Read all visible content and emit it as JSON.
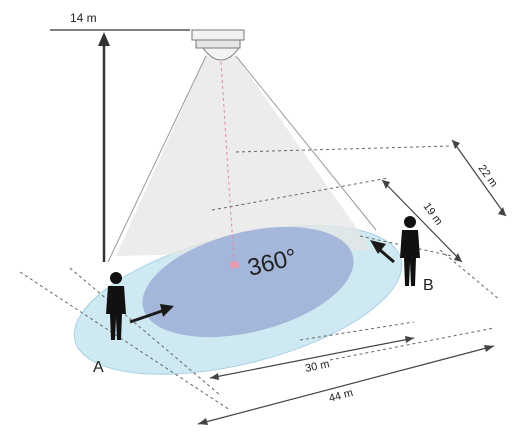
{
  "diagram": {
    "height_label": "14 m",
    "coverage_label": "360°",
    "inner_diameter_label": "30 m",
    "outer_diameter_label": "44 m",
    "inner_slant_label": "19 m",
    "outer_slant_label": "22 m",
    "person_a_label": "A",
    "person_b_label": "B"
  },
  "colors": {
    "outer_zone": "#cfe9f3",
    "inner_zone": "#9fb1d8",
    "cone": "#e8e8e8",
    "line": "#333333",
    "center_mark": "#e89bb0"
  }
}
